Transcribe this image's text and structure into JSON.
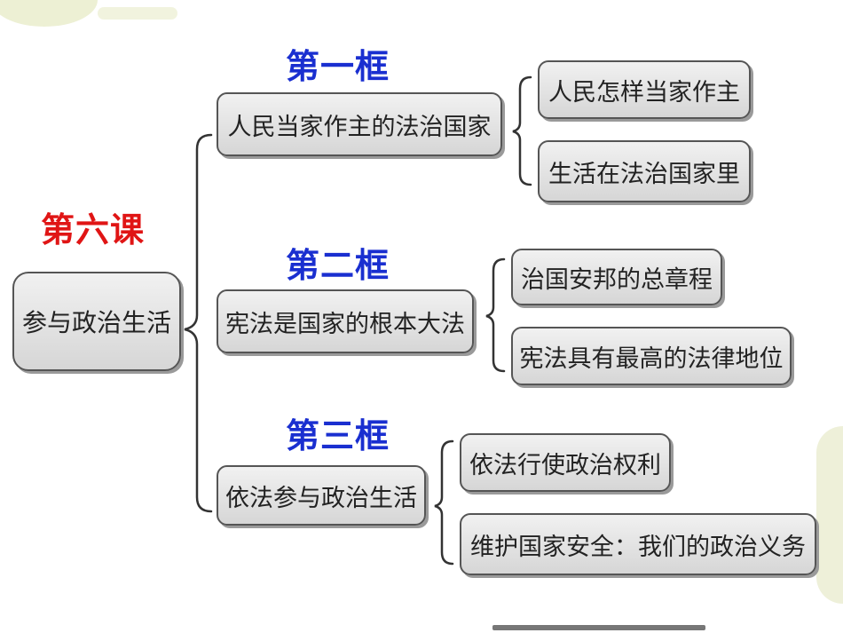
{
  "lesson": {
    "title": "第六课",
    "topic": "参与政治生活"
  },
  "frames": [
    {
      "title": "第一框",
      "name": "人民当家作主的法治国家",
      "items": [
        "人民怎样当家作主",
        "生活在法治国家里"
      ]
    },
    {
      "title": "第二框",
      "name": "宪法是国家的根本大法",
      "items": [
        "治国安邦的总章程",
        "宪法具有最高的法律地位"
      ]
    },
    {
      "title": "第三框",
      "name": "依法参与政治生活",
      "items": [
        "依法行使政治权利",
        "维护国家安全：我们的政治义务"
      ]
    }
  ],
  "colors": {
    "lesson_title": "#e01515",
    "frame_title": "#1a2fd0",
    "box_fill": "#e3e3e3",
    "box_border": "#555555"
  }
}
